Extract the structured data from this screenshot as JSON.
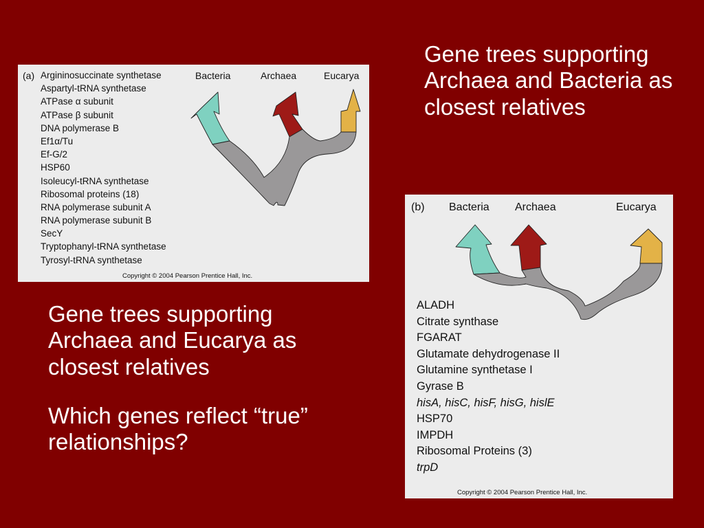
{
  "caption_b": {
    "text": "Gene trees supporting Archaea and Bacteria as closest relatives"
  },
  "caption_a": {
    "text": "Gene trees supporting Archaea and Eucarya as closest relatives",
    "question": "Which genes reflect “true” relationships?"
  },
  "panel_a": {
    "tag": "(a)",
    "genes": [
      {
        "label": "Argininosuccinate synthetase",
        "italic": false
      },
      {
        "label": "Aspartyl-tRNA synthetase",
        "italic": false
      },
      {
        "label": "ATPase α subunit",
        "italic": false
      },
      {
        "label": "ATPase β subunit",
        "italic": false
      },
      {
        "label": "DNA polymerase B",
        "italic": false
      },
      {
        "label": "Ef1α/Tu",
        "italic": false
      },
      {
        "label": "Ef-G/2",
        "italic": false
      },
      {
        "label": "HSP60",
        "italic": false
      },
      {
        "label": "Isoleucyl-tRNA synthetase",
        "italic": false
      },
      {
        "label": "Ribosomal proteins (18)",
        "italic": false
      },
      {
        "label": "RNA polymerase subunit A",
        "italic": false
      },
      {
        "label": "RNA polymerase subunit B",
        "italic": false
      },
      {
        "label": "SecY",
        "italic": false
      },
      {
        "label": "Tryptophanyl-tRNA synthetase",
        "italic": false
      },
      {
        "label": "Tyrosyl-tRNA synthetase",
        "italic": false
      }
    ],
    "domains": {
      "bacteria": "Bacteria",
      "archaea": "Archaea",
      "eucarya": "Eucarya"
    },
    "copyright": "Copyright © 2004 Pearson Prentice Hall, Inc."
  },
  "panel_b": {
    "tag": "(b)",
    "genes": [
      {
        "label": "ALADH",
        "italic": false
      },
      {
        "label": "Citrate synthase",
        "italic": false
      },
      {
        "label": "FGARAT",
        "italic": false
      },
      {
        "label": "Glutamate dehydrogenase II",
        "italic": false
      },
      {
        "label": "Glutamine synthetase I",
        "italic": false
      },
      {
        "label": "Gyrase B",
        "italic": false
      },
      {
        "label": "hisA, hisC, hisF, hisG, hislE",
        "italic": true
      },
      {
        "label": "HSP70",
        "italic": false
      },
      {
        "label": "IMPDH",
        "italic": false
      },
      {
        "label": "Ribosomal Proteins (3)",
        "italic": false
      },
      {
        "label": "trpD",
        "italic": true
      }
    ],
    "domains": {
      "bacteria": "Bacteria",
      "archaea": "Archaea",
      "eucarya": "Eucarya"
    },
    "copyright": "Copyright © 2004 Pearson Prentice Hall, Inc."
  },
  "colors": {
    "slide_background": "#800000",
    "panel_background": "#ececec",
    "trunk": "#9a9899",
    "bacteria": "#7fd1c0",
    "archaea": "#9e1a17",
    "eucarya": "#e3b247",
    "outline": "#222222"
  }
}
